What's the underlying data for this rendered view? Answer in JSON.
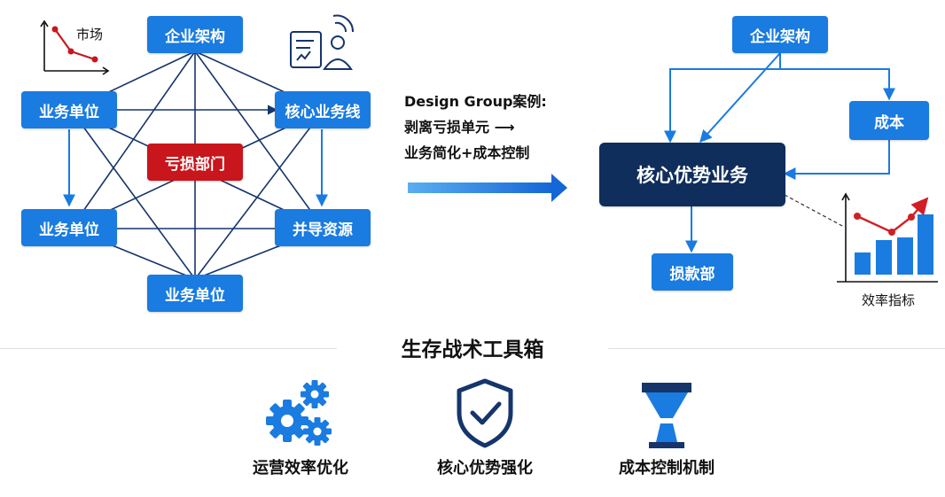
{
  "left_diagram": {
    "nodes": {
      "enterprise": "企业架构",
      "unit_top": "业务单位",
      "core_line": "核心业务线",
      "loss_dept": "亏损部门",
      "unit_mid": "业务单位",
      "merge": "并导资源",
      "unit_bottom": "业务单位"
    },
    "market_label": "市场"
  },
  "caption": {
    "line1": "Design Group案例:",
    "line2": "剥离亏损单元 ⟶",
    "line3": "业务简化+成本控制"
  },
  "right_diagram": {
    "nodes": {
      "enterprise": "企业架构",
      "cost": "成本",
      "core_business": "核心优势业务",
      "payment": "损款部"
    },
    "efficiency_label": "效率指标"
  },
  "toolbox": {
    "title": "生存战术工具箱",
    "items": [
      {
        "label": "运营效率优化",
        "icon": "gears-icon"
      },
      {
        "label": "核心优势强化",
        "icon": "shield-check-icon"
      },
      {
        "label": "成本控制机制",
        "icon": "funnel-icon"
      }
    ]
  },
  "colors": {
    "node_blue": "#1a7be0",
    "node_red": "#c8161c",
    "core_navy": "#0f2e5b",
    "line_navy": "#15356b",
    "arrow_blue": "#1a7be0",
    "chart_red": "#d01f26"
  }
}
